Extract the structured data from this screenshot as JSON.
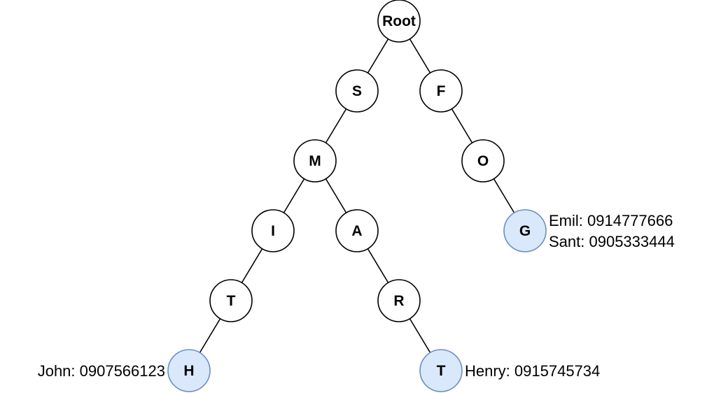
{
  "tree": {
    "nodes": [
      {
        "id": "root",
        "label": "Root",
        "leaf": false
      },
      {
        "id": "s",
        "label": "S",
        "leaf": false
      },
      {
        "id": "f",
        "label": "F",
        "leaf": false
      },
      {
        "id": "m",
        "label": "M",
        "leaf": false
      },
      {
        "id": "o",
        "label": "O",
        "leaf": false
      },
      {
        "id": "i",
        "label": "I",
        "leaf": false
      },
      {
        "id": "a",
        "label": "A",
        "leaf": false
      },
      {
        "id": "g",
        "label": "G",
        "leaf": true
      },
      {
        "id": "t1",
        "label": "T",
        "leaf": false
      },
      {
        "id": "r",
        "label": "R",
        "leaf": false
      },
      {
        "id": "h",
        "label": "H",
        "leaf": true
      },
      {
        "id": "t2",
        "label": "T",
        "leaf": true
      }
    ],
    "edges": [
      [
        "root",
        "s"
      ],
      [
        "root",
        "f"
      ],
      [
        "s",
        "m"
      ],
      [
        "f",
        "o"
      ],
      [
        "m",
        "i"
      ],
      [
        "m",
        "a"
      ],
      [
        "o",
        "g"
      ],
      [
        "i",
        "t1"
      ],
      [
        "a",
        "r"
      ],
      [
        "t1",
        "h"
      ],
      [
        "r",
        "t2"
      ]
    ],
    "annotations": [
      {
        "node": "g",
        "lines": [
          "Emil: 0914777666",
          "Sant: 0905333444"
        ]
      },
      {
        "node": "h",
        "lines": [
          "John: 0907566123"
        ]
      },
      {
        "node": "t2",
        "lines": [
          "Henry: 0915745734"
        ]
      }
    ]
  },
  "colors": {
    "node_fill": "#ffffff",
    "node_stroke": "#000000",
    "leaf_fill": "#dae8fc",
    "leaf_stroke": "#6c8ebf",
    "edge": "#000000"
  }
}
